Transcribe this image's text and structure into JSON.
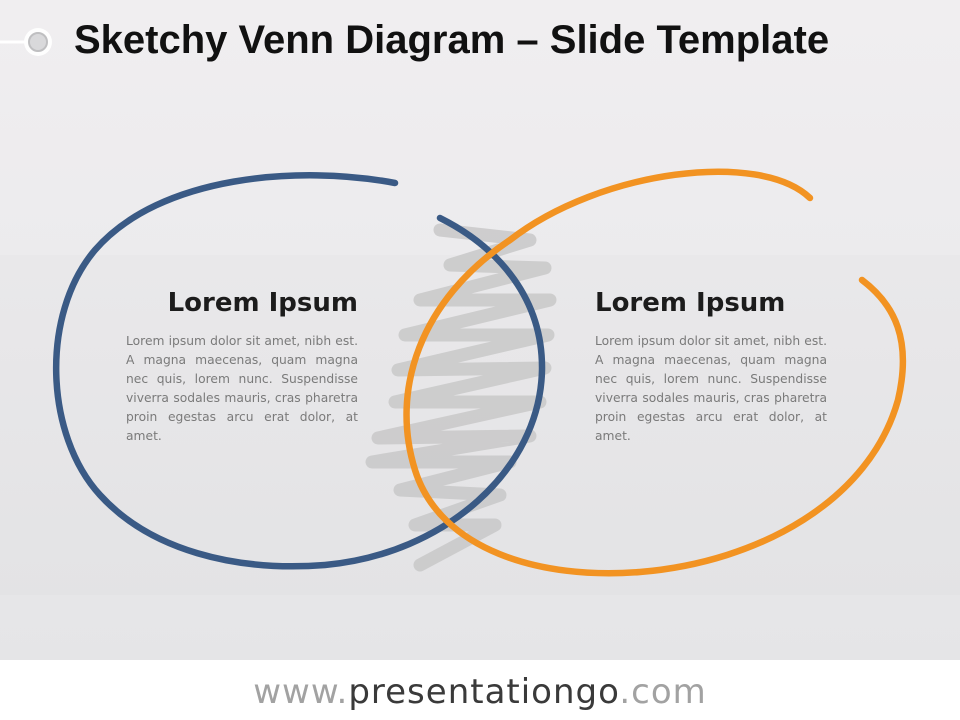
{
  "title": "Sketchy Venn Diagram – Slide Template",
  "left_block": {
    "heading": "Lorem Ipsum",
    "body": "Lorem ipsum dolor sit amet, nibh est. A magna maecenas, quam magna nec quis, lorem nunc. Suspendisse viverra sodales mauris, cras pharetra proin egestas arcu erat dolor, at amet."
  },
  "right_block": {
    "heading": "Lorem Ipsum",
    "body": "Lorem ipsum dolor sit amet, nibh est. A magna maecenas, quam magna nec quis, lorem nunc. Suspendisse viverra sodales mauris, cras pharetra proin egestas arcu erat dolor, at amet."
  },
  "footer": {
    "prefix": "www.",
    "brand": "presentationgo",
    "suffix": ".com"
  },
  "colors": {
    "left_circle": "#3a5a85",
    "right_circle": "#f29322",
    "overlap_scribble": "#c8c8c8"
  }
}
